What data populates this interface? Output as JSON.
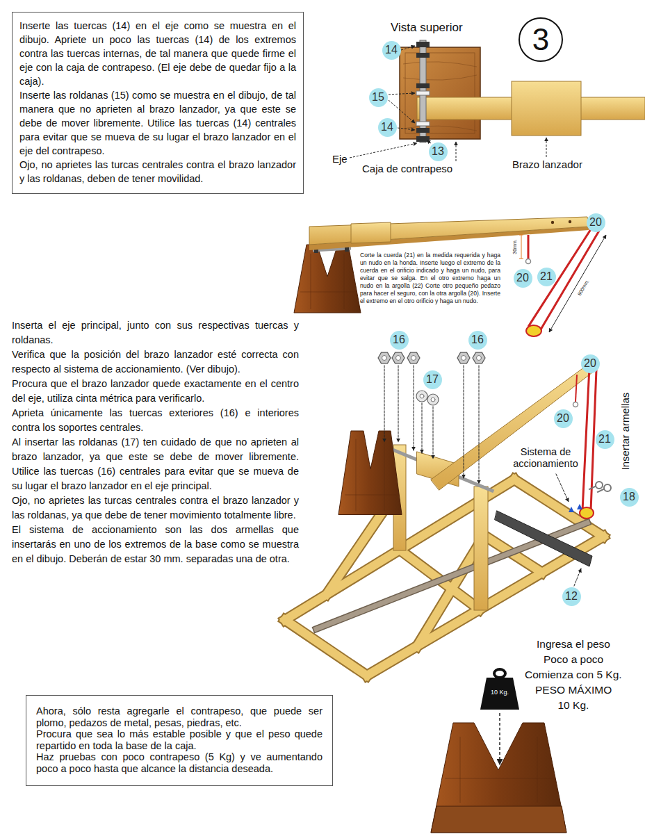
{
  "diagram": {
    "nodes": [
      {
        "text": [
          "Inserte las tuercas (14) en el eje como se muestra en el dibujo. Apriete un poco las tuercas (14) de los extremos contra las tuercas internas, de tal manera que quede firme el eje con la caja de contrapeso. (El eje debe de quedar fijo a la caja).",
          "Inserte las roldanas (15) como se muestra en el dibujo, de tal manera que no aprieten al brazo lanzador, ya que este se debe de mover libremente. Utilice las tuercas (14) centrales para evitar que se mueva de su lugar el brazo lanzador en el eje del contrapeso.",
          "Ojo, no aprietes las turcas centrales contra el brazo lanzador y las roldanas, deben de tener movilidad."
        ]
      },
      {
        "text": [
          "3"
        ]
      },
      {
        "text": [
          "10 Kg."
        ]
      },
      {
        "text": [
          "Ahora, sólo resta agregarle el contrapeso, que puede ser plomo, pedazos de metal, pesas, piedras, etc.",
          "Procura que sea lo más estable posible y que el peso quede repartido en toda la base de la caja.",
          "Haz pruebas con poco contrapeso (5 Kg) y ve aumentando poco a poco hasta que alcance la distancia deseada."
        ]
      }
    ],
    "labels": [
      "Vista superior",
      "14",
      "15",
      "14",
      "13",
      "Eje",
      "Caja de contrapeso",
      "Brazo lanzador",
      "Corte la cuerda (21) en la medida requerida y haga un nudo en la honda. Inserte luego el extremo de la cuerda en el orificio indicado y haga un nudo, para evitar que se salga. En el otro extremo haga un nudo en la argolla (22) Corte otro pequeño pedazo para hacer el seguro, con la otra argolla (20). Inserte el extremo en el otro orificio y haga un nudo.",
      "20",
      "30mm.",
      "20",
      "800mm.",
      "21",
      "Inserta el eje principal, junto con sus respectivas tuercas y roldanas.",
      "Verifica que la posición del brazo lanzador esté correcta con respecto al sistema de accionamiento. (Ver dibujo).",
      "Procura que el brazo lanzador quede exactamente en el centro del eje, utiliza cinta métrica para verificarlo.",
      "Aprieta únicamente las tuercas exteriores (16) e interiores contra los soportes centrales.",
      "Al insertar las roldanas (17) ten cuidado de que no aprieten al brazo lanzador, ya que este se debe de mover libremente. Utilice las tuercas (16) centrales para evitar que se mueva de su lugar el brazo lanzador en el eje principal.",
      "Ojo, no aprietes las turcas centrales contra el brazo lanzador y las roldanas, ya que debe de tener movimiento totalmente libre.",
      "El sistema de accionamiento son las dos armellas que insertarás en uno de los extremos de la base como se muestra en el dibujo. Deberán de estar 30 mm. separadas una de otra.",
      "16",
      "16",
      "17",
      "20",
      "20",
      "21",
      "Sistema de accionamiento",
      "Insertar armellas",
      "18",
      "12",
      "Ingresa el peso",
      "Poco a poco",
      "Comienza con 5 Kg.",
      "PESO MÁXIMO",
      "10 Kg."
    ]
  }
}
